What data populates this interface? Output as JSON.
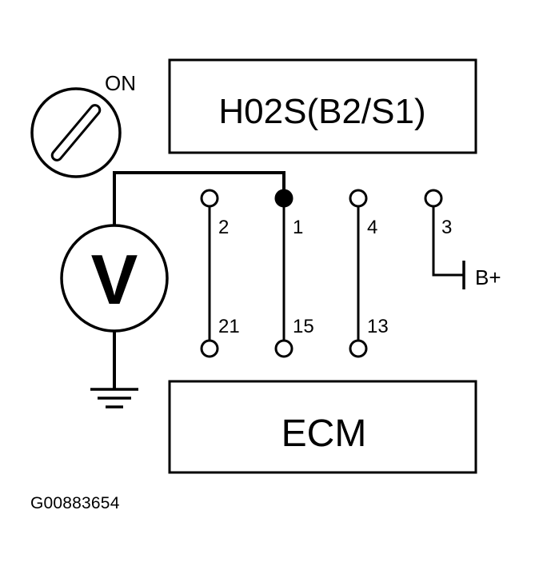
{
  "switch": {
    "label": "ON"
  },
  "sensor": {
    "label": "H02S(B2/S1)"
  },
  "ecm": {
    "label": "ECM"
  },
  "meter": {
    "symbol": "V"
  },
  "connector_top_pins": [
    "2",
    "1",
    "4",
    "3"
  ],
  "connector_bottom_pins": [
    "21",
    "15",
    "13"
  ],
  "supply": {
    "label": "B+"
  },
  "caption": "G00883654",
  "icons": [
    "ignition-switch-icon",
    "voltmeter-icon",
    "ground-icon"
  ]
}
